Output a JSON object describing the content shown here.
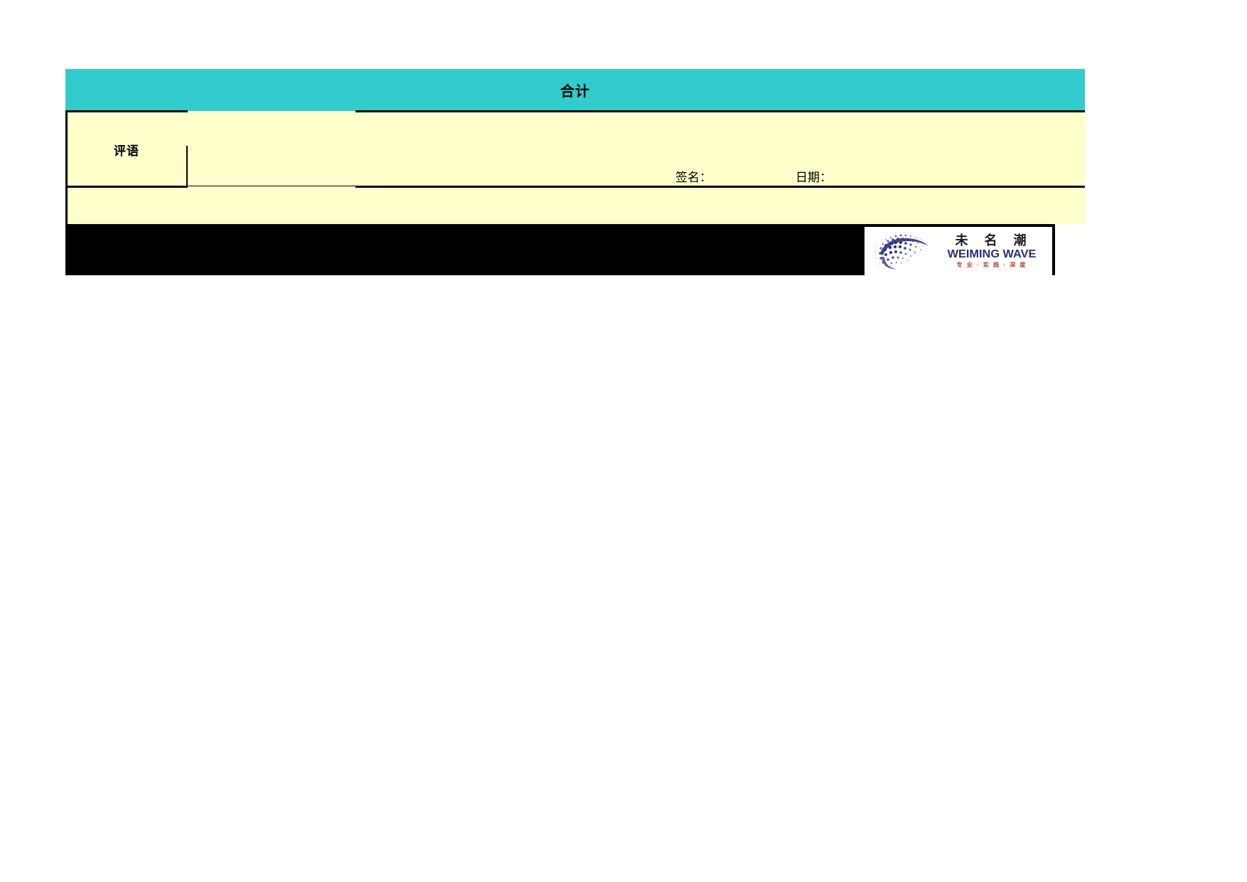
{
  "sheet": {
    "total_header": {
      "label": "合计",
      "background_color": "#33CCCC"
    },
    "comment_section": {
      "label": "评语",
      "background_color": "#FFFFCC",
      "signature_label": "签名：",
      "date_label": "日期：",
      "signature_value": "",
      "date_value": "",
      "comment_value": ""
    },
    "footer": {
      "background_color": "#000000",
      "logo": {
        "icon": "swirl-dots-wave-logo",
        "name_cn": "未 名 潮",
        "name_en": "WEIMING WAVE",
        "slogan": "专 业 · 实 践 · 深 度",
        "mark_color": "#2B2F77",
        "slogan_color": "#C0392B"
      }
    }
  }
}
